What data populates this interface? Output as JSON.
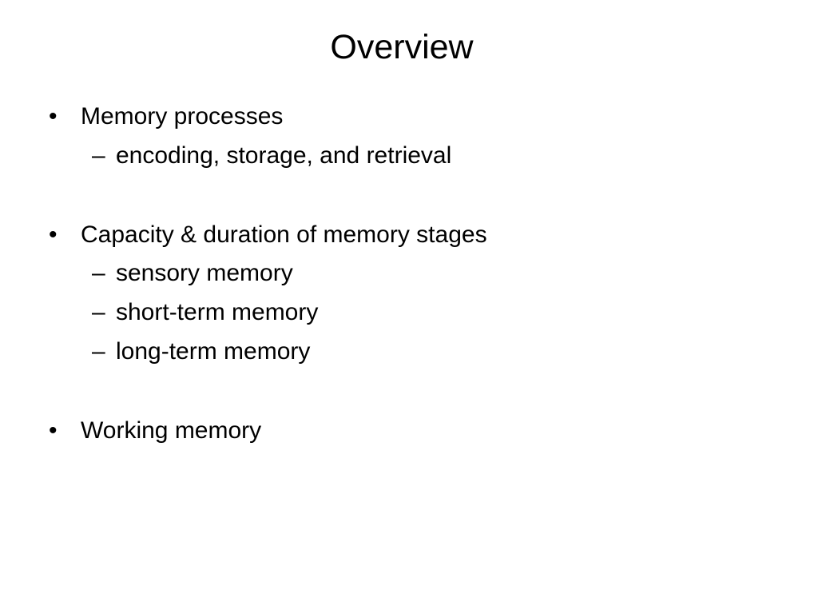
{
  "slide": {
    "title": "Overview",
    "bullet_symbol": "•",
    "sub_symbol": "–",
    "items": [
      {
        "text": "Memory processes",
        "subitems": [
          "encoding, storage, and retrieval"
        ]
      },
      {
        "text": "Capacity & duration of memory stages",
        "subitems": [
          "sensory memory",
          "short-term memory",
          "long-term memory"
        ]
      },
      {
        "text": "Working memory",
        "subitems": []
      }
    ]
  }
}
